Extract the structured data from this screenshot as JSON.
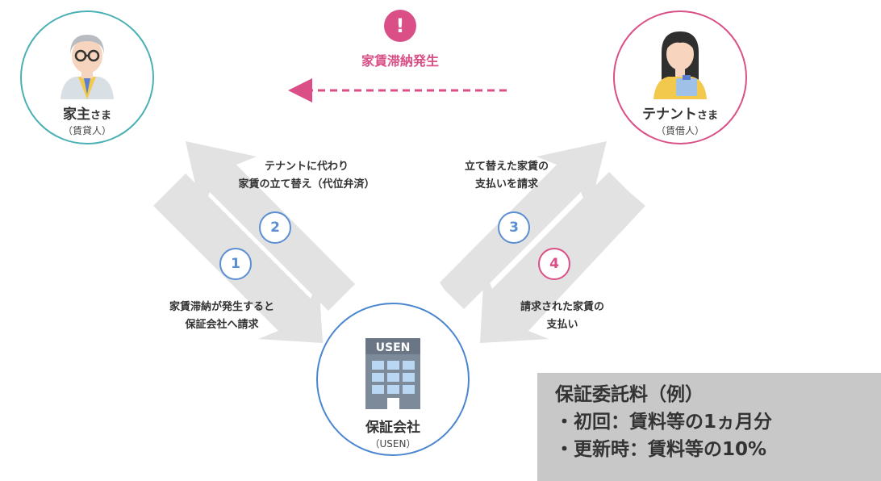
{
  "alert": {
    "icon": "exclamation-icon",
    "glyph": "!",
    "text": "家賃滞納発生"
  },
  "landlord": {
    "name": "家主",
    "suffix": "さま",
    "role": "（賃貸人）"
  },
  "tenant": {
    "name": "テナント",
    "suffix": "さま",
    "role": "（賃借人）"
  },
  "guarantor": {
    "logo": "USEN",
    "name": "保証会社",
    "role": "（USEN）"
  },
  "steps": [
    {
      "number": "1",
      "text": "家賃滞納が発生すると\n保証会社へ請求"
    },
    {
      "number": "2",
      "text": "テナントに代わり\n家賃の立て替え（代位弁済）"
    },
    {
      "number": "3",
      "text": "立て替えた家賃の\n支払いを請求"
    },
    {
      "number": "4",
      "text": "請求された家賃の\n支払い"
    }
  ],
  "fee_box": {
    "title": "保証委託料（例）",
    "lines": [
      "・初回：賃料等の1ヵ月分",
      "・更新時：賃料等の10%"
    ]
  },
  "colors": {
    "teal": "#4ab0b4",
    "pink": "#d94f86",
    "blue": "#4a86cf",
    "arrow": "#e2e2e2"
  }
}
